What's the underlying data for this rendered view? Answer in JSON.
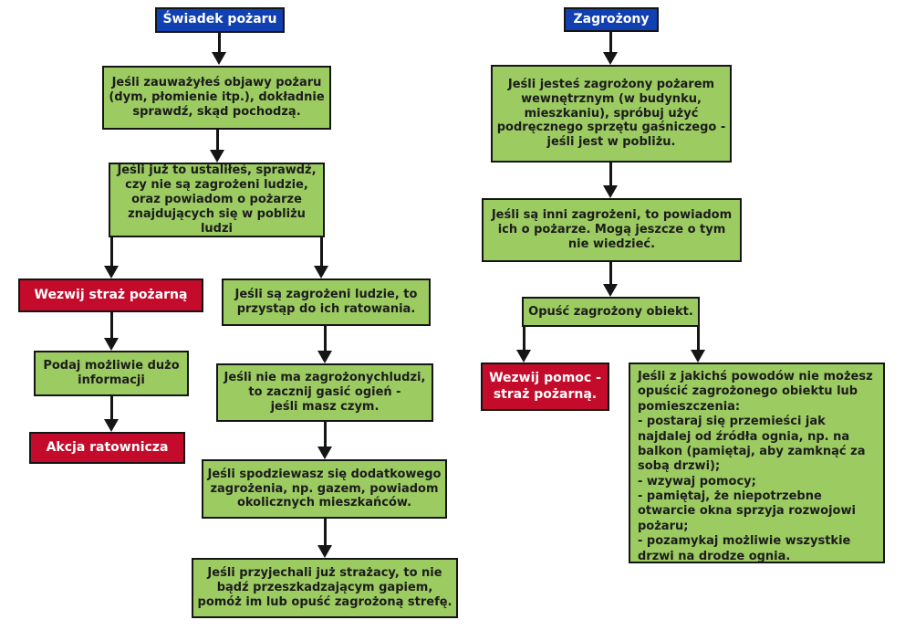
{
  "colors": {
    "header_blue": "#1140b0",
    "instruction_green": "#9ccb62",
    "action_red": "#c40b2b",
    "border_black": "#151515",
    "text_on_green": "#1c1c1c",
    "text_on_color": "#ffffff"
  },
  "nodes": {
    "witness_header": "Świadek pożaru",
    "witness_step1": "Jeśli zauważyłeś objawy pożaru\n(dym, płomienie itp.), dokładnie\nsprawdź, skąd pochodzą.",
    "witness_step2": "Jeśli już to ustaliłeś, sprawdź,\nczy nie są zagrożeni ludzie,\noraz powiadom o pożarze\nznajdujących się w pobliżu\nludzi",
    "call_fire_brigade": "Wezwij straż pożarną",
    "give_info": "Podaj możliwie dużo\ninformacji",
    "rescue_action": "Akcja ratownicza",
    "rescue_people": "Jeśli są zagrożeni ludzie, to\nprzystąp do ich ratowania.",
    "extinguish": "Jeśli nie ma zagrożonychludzi,\nto zacznij gasić ogień -\njeśli masz czym.",
    "warn_neighbors": "Jeśli spodziewasz się dodatkowego\nzagrożenia, np. gazem, powiadom\nokolicznych mieszkańców.",
    "dont_gape": "Jeśli przyjechali już strażacy, to nie\nbądź przeszkadzającym gapiem,\npomóż im lub opuść zagrożoną strefę.",
    "endangered_header": "Zagrożony",
    "use_extinguisher": "Jeśli jesteś zagrożony pożarem\nwewnętrznym (w budynku,\nmieszkaniu), spróbuj użyć\npodręcznego sprzętu gaśniczego -\njeśli jest w pobliżu.",
    "warn_others": "Jeśli są inni zagrożeni, to powiadom\nich o pożarze. Mogą  jeszcze o tym\nnie wiedzieć.",
    "leave_building": "Opuść zagrożony obiekt.",
    "call_help": "Wezwij pomoc -\nstraż pożarną.",
    "cannot_leave": "Jeśli z jakichś powodów nie możesz\nopuścić zagrożonego obiektu lub\npomieszczenia:\n- postaraj się przemieści jak\nnajdalej od źródła ognia, np. na\nbalkon (pamiętaj, aby zamknąć za\nsobą drzwi);\n- wzywaj pomocy;\n- pamiętaj, że niepotrzebne\notwarcie okna sprzyja rozwojowi\npożaru;\n- pozamykaj możliwie wszystkie\ndrzwi na drodze ognia."
  }
}
